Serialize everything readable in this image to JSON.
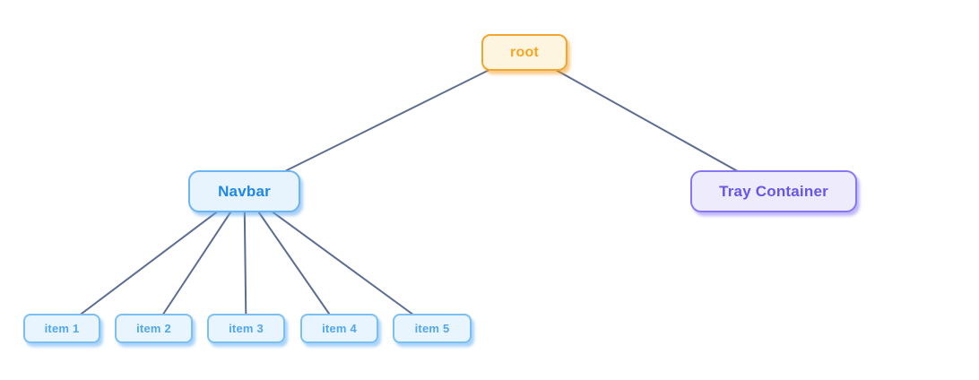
{
  "diagram": {
    "type": "tree",
    "edge_color": "#5b6e91",
    "edge_width": 2,
    "nodes": {
      "root": {
        "label": "root",
        "text_color": "#f5a623",
        "bg": "#fdf5df",
        "border": "#f2a62e",
        "shadow": "rgba(242,160,45,0.55)"
      },
      "navbar": {
        "label": "Navbar",
        "text_color": "#1e88e5",
        "bg": "#e7f3fd",
        "border": "#6db4f2",
        "shadow": "rgba(100,170,240,0.55)"
      },
      "tray": {
        "label": "Tray Container",
        "text_color": "#6656e8",
        "bg": "#edebfc",
        "border": "#8578f0",
        "shadow": "rgba(140,125,245,0.55)"
      },
      "item1": {
        "label": "item 1",
        "text_color": "#51a7ee",
        "bg": "#e9f5fe",
        "border": "#7cc0f2",
        "shadow": "rgba(100,175,245,0.55)"
      },
      "item2": {
        "label": "item 2",
        "text_color": "#51a7ee",
        "bg": "#e9f5fe",
        "border": "#7cc0f2",
        "shadow": "rgba(100,175,245,0.55)"
      },
      "item3": {
        "label": "item 3",
        "text_color": "#51a7ee",
        "bg": "#e9f5fe",
        "border": "#7cc0f2",
        "shadow": "rgba(100,175,245,0.55)"
      },
      "item4": {
        "label": "item 4",
        "text_color": "#51a7ee",
        "bg": "#e9f5fe",
        "border": "#7cc0f2",
        "shadow": "rgba(100,175,245,0.55)"
      },
      "item5": {
        "label": "item 5",
        "text_color": "#51a7ee",
        "bg": "#e9f5fe",
        "border": "#7cc0f2",
        "shadow": "rgba(100,175,245,0.55)"
      }
    },
    "edges": [
      {
        "from": "root",
        "to": "navbar"
      },
      {
        "from": "root",
        "to": "tray"
      },
      {
        "from": "navbar",
        "to": "item1"
      },
      {
        "from": "navbar",
        "to": "item2"
      },
      {
        "from": "navbar",
        "to": "item3"
      },
      {
        "from": "navbar",
        "to": "item4"
      },
      {
        "from": "navbar",
        "to": "item5"
      }
    ]
  }
}
